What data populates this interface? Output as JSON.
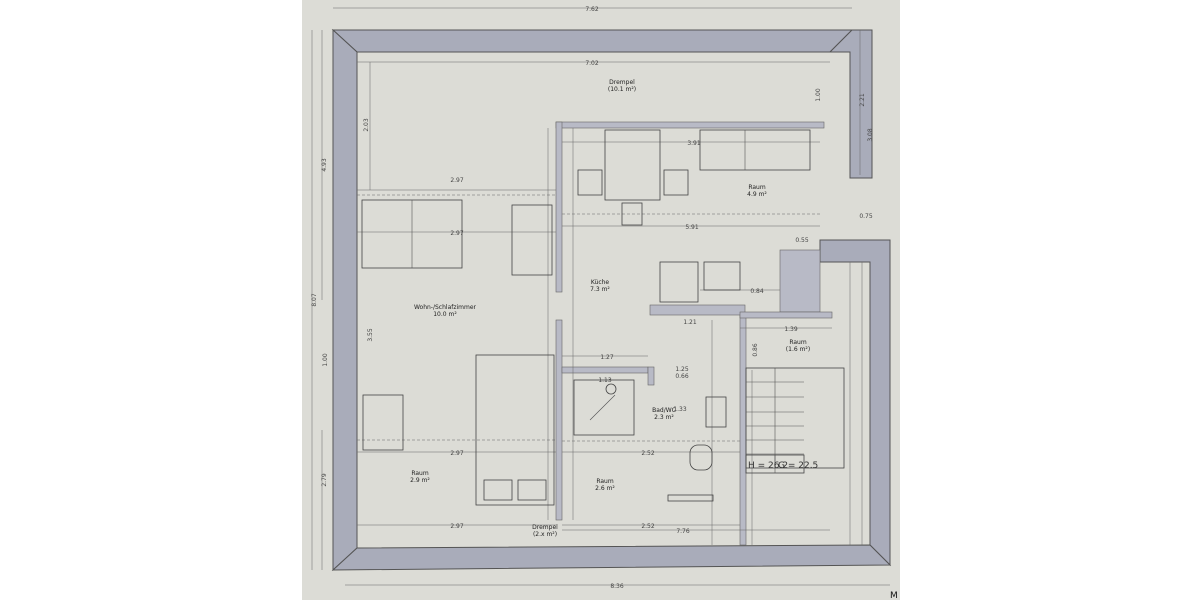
{
  "plan": {
    "rooms": {
      "drempel_top": {
        "name": "Drempel",
        "area": "(10.1 m²)"
      },
      "raum_upper": {
        "name": "Raum",
        "area": "4.9 m²"
      },
      "kueche": {
        "name": "Küche",
        "area": "7.3 m²"
      },
      "wohn": {
        "name": "Wohn-/Schlafzimmer",
        "area": "10.0 m²"
      },
      "bad": {
        "name": "Bad/WC",
        "area": "2.3 m²"
      },
      "raum_mid": {
        "name": "Raum",
        "area": "2.6 m²"
      },
      "raum_left": {
        "name": "Raum",
        "area": "2.9 m²"
      },
      "raum_small": {
        "name": "Raum",
        "area": "(1.6 m²)"
      },
      "drempel_bottom": {
        "name": "Drempel",
        "area": "(2.x m²)"
      }
    },
    "stair": {
      "h": "H = 26.2",
      "g": "G = 22.5"
    },
    "dims": {
      "top_outer": "7.62",
      "top_inner": "7.02",
      "bottom_outer": "8.36",
      "left_upper": "4.93",
      "left_total": "8.07",
      "left_lower": "2.79",
      "left_203": "2.03",
      "right_221": "2.21",
      "right_308": "3.08",
      "right_100": "1.00",
      "w297a": "2.97",
      "w297b": "2.97",
      "w297c": "2.97",
      "w297d": "2.97",
      "w391": "3.91",
      "w591": "5.91",
      "w252a": "2.52",
      "w252b": "2.52",
      "w776": "7.76",
      "w127": "1.27",
      "w125": "1.25",
      "w066": "0.66",
      "w133": "1.33",
      "w121": "1.21",
      "w139": "1.39",
      "w084": "0.84",
      "w113": "1.13",
      "w055": "0.55",
      "w075": "0.75",
      "w086": "0.86",
      "w355": "3.55",
      "w100": "1.00"
    },
    "corner_mark": "M"
  }
}
